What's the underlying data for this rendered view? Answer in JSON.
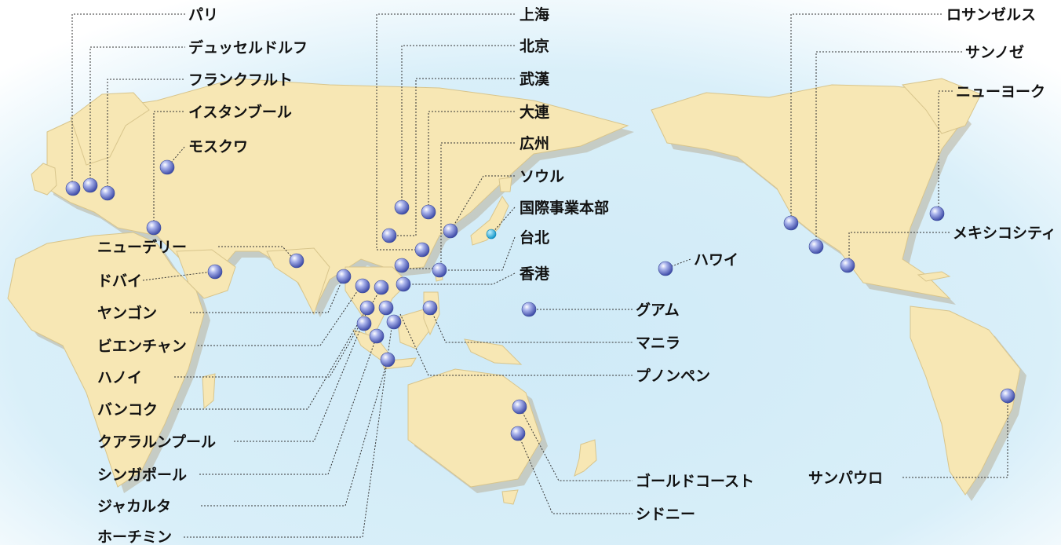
{
  "colors": {
    "ocean": "#cfeaf7",
    "land": "#f7e7b4",
    "office_marker": "#5866c4",
    "headquarters_marker": "#16a3d6"
  },
  "cities": [
    {
      "id": "paris",
      "label": "パリ"
    },
    {
      "id": "dusseldorf",
      "label": "デュッセルドルフ"
    },
    {
      "id": "frankfurt",
      "label": "フランクフルト"
    },
    {
      "id": "istanbul",
      "label": "イスタンブール"
    },
    {
      "id": "moscow",
      "label": "モスクワ"
    },
    {
      "id": "new-delhi",
      "label": "ニューデリー"
    },
    {
      "id": "dubai",
      "label": "ドバイ"
    },
    {
      "id": "yangon",
      "label": "ヤンゴン"
    },
    {
      "id": "vientiane",
      "label": "ビエンチャン"
    },
    {
      "id": "hanoi",
      "label": "ハノイ"
    },
    {
      "id": "bangkok",
      "label": "バンコク"
    },
    {
      "id": "kuala-lumpur",
      "label": "クアラルンプール"
    },
    {
      "id": "singapore",
      "label": "シンガポール"
    },
    {
      "id": "jakarta",
      "label": "ジャカルタ"
    },
    {
      "id": "ho-chi-minh",
      "label": "ホーチミン"
    },
    {
      "id": "shanghai",
      "label": "上海"
    },
    {
      "id": "beijing",
      "label": "北京"
    },
    {
      "id": "wuhan",
      "label": "武漢"
    },
    {
      "id": "dalian",
      "label": "大連"
    },
    {
      "id": "guangzhou",
      "label": "広州"
    },
    {
      "id": "seoul",
      "label": "ソウル"
    },
    {
      "id": "headquarters",
      "label": "国際事業本部"
    },
    {
      "id": "taipei",
      "label": "台北"
    },
    {
      "id": "hong-kong",
      "label": "香港"
    },
    {
      "id": "hawaii",
      "label": "ハワイ"
    },
    {
      "id": "guam",
      "label": "グアム"
    },
    {
      "id": "manila",
      "label": "マニラ"
    },
    {
      "id": "phnom-penh",
      "label": "プノンペン"
    },
    {
      "id": "gold-coast",
      "label": "ゴールドコースト"
    },
    {
      "id": "sydney",
      "label": "シドニー"
    },
    {
      "id": "los-angeles",
      "label": "ロサンゼルス"
    },
    {
      "id": "san-jose",
      "label": "サンノゼ"
    },
    {
      "id": "new-york",
      "label": "ニューヨーク"
    },
    {
      "id": "mexico-city",
      "label": "メキシコシティ"
    },
    {
      "id": "sao-paulo",
      "label": "サンパウロ"
    }
  ]
}
